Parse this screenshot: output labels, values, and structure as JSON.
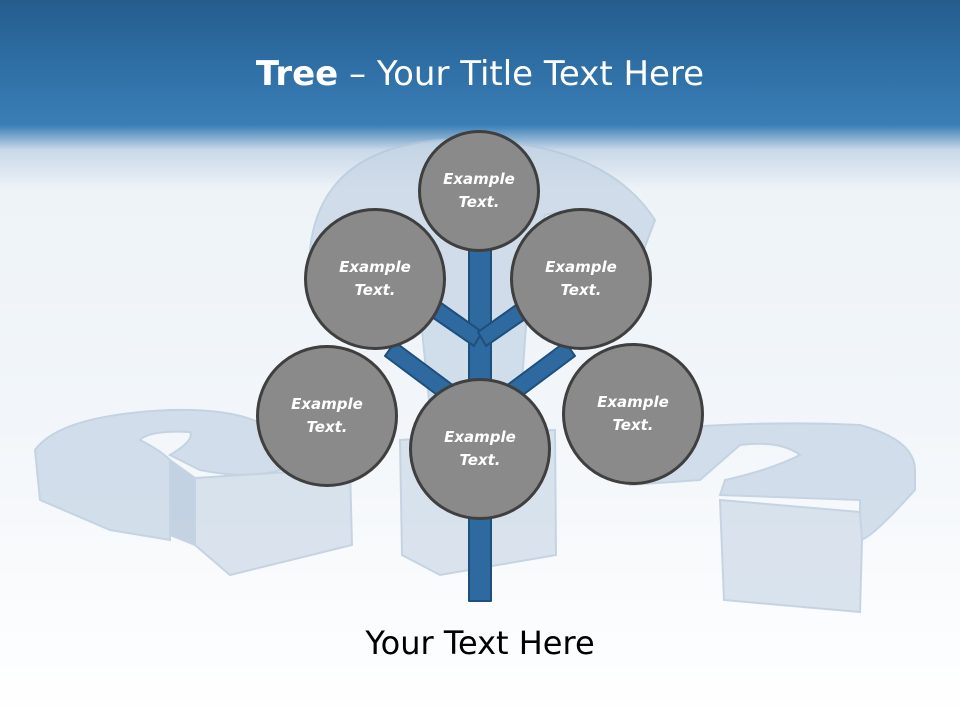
{
  "title": {
    "bold": "Tree",
    "rest": " – Your Title Text Here"
  },
  "nodes": [
    {
      "id": "top",
      "text": "Example Text."
    },
    {
      "id": "upper-left",
      "text": "Example Text."
    },
    {
      "id": "upper-right",
      "text": "Example Text."
    },
    {
      "id": "lower-left",
      "text": "Example Text."
    },
    {
      "id": "center",
      "text": "Example Text."
    },
    {
      "id": "lower-right",
      "text": "Example Text."
    }
  ],
  "footer": "Your Text Here",
  "colors": {
    "header": "#2f70a6",
    "branch": "#2e6aa0",
    "node_fill": "#8a8a8a",
    "node_border": "#3f3f3f"
  }
}
